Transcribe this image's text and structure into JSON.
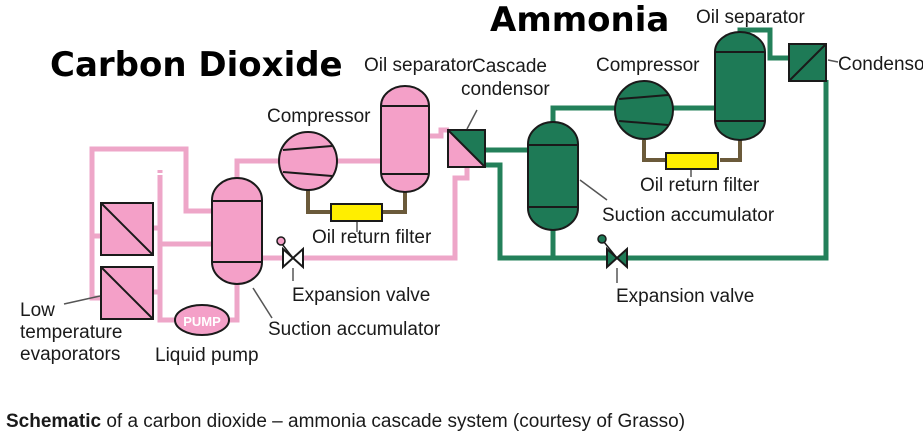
{
  "titles": {
    "left": "Carbon Dioxide",
    "right": "Ammonia"
  },
  "labels": {
    "co2_oil_separator": "Oil separator",
    "co2_compressor": "Compressor",
    "co2_oil_return_filter": "Oil return filter",
    "co2_expansion_valve": "Expansion valve",
    "co2_suction_accumulator": "Suction accumulator",
    "liquid_pump": "Liquid pump",
    "pump_badge": "PUMP",
    "evaporators_line1": "Low",
    "evaporators_line2": "temperature",
    "evaporators_line3": "evaporators",
    "cascade_line1": "Cascade",
    "cascade_line2": "condensor",
    "nh3_oil_separator": "Oil separator",
    "nh3_compressor": "Compressor",
    "nh3_condensor": "Condensor",
    "nh3_oil_return_filter": "Oil return filter",
    "nh3_suction_accumulator": "Suction accumulator",
    "nh3_expansion_valve": "Expansion valve"
  },
  "caption": {
    "bold": "Schematic",
    "rest": " of a carbon dioxide – ammonia cascade system (courtesy of Grasso)"
  },
  "colors": {
    "co2_fill": "#f4a0c8",
    "co2_pipe": "#eea6c8",
    "nh3_fill": "#1e7a56",
    "nh3_pipe": "#23805a",
    "filter_fill": "#ffee00",
    "filter_link": "#6b5a3a",
    "outline": "#1a1a1a"
  }
}
